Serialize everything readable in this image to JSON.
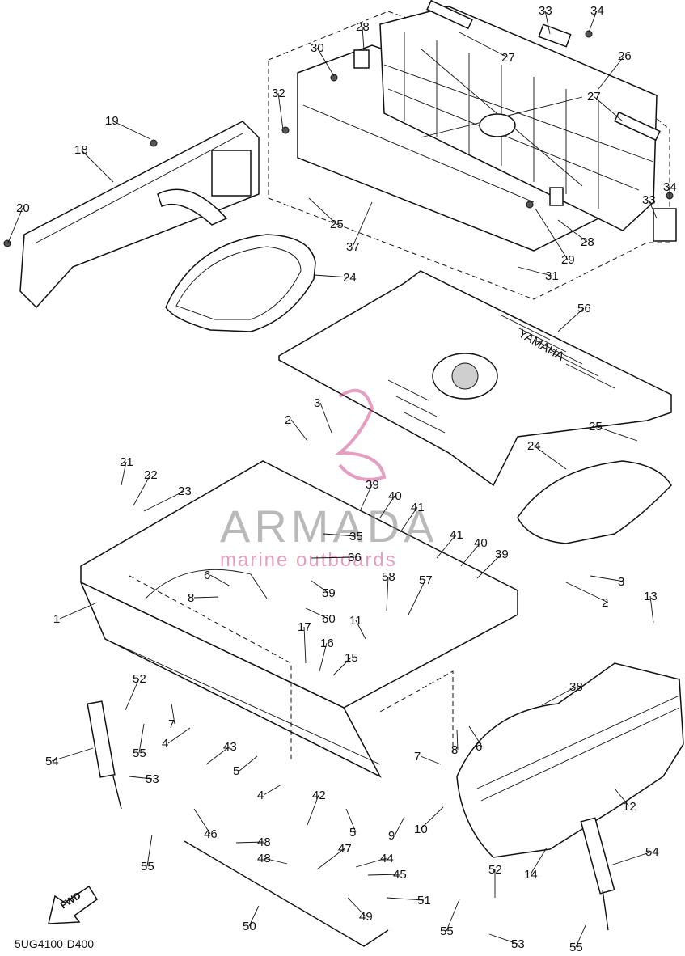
{
  "diagram": {
    "code": "5UG4100-D400",
    "fwd_label": "FWD",
    "emblem_text": "YAMAHA",
    "watermark": {
      "brand": "ARMADA",
      "tagline": "marine outboards",
      "color": "#d04f8e"
    },
    "callouts": [
      "1",
      "2",
      "3",
      "4",
      "5",
      "6",
      "7",
      "8",
      "9",
      "10",
      "11",
      "12",
      "13",
      "14",
      "15",
      "16",
      "17",
      "18",
      "19",
      "20",
      "21",
      "22",
      "23",
      "24",
      "25",
      "26",
      "27",
      "28",
      "29",
      "30",
      "31",
      "32",
      "33",
      "34",
      "35",
      "36",
      "37",
      "38",
      "39",
      "40",
      "41",
      "42",
      "43",
      "44",
      "45",
      "46",
      "47",
      "48",
      "49",
      "50",
      "51",
      "52",
      "53",
      "54",
      "55",
      "56",
      "57",
      "58",
      "59",
      "60"
    ]
  }
}
